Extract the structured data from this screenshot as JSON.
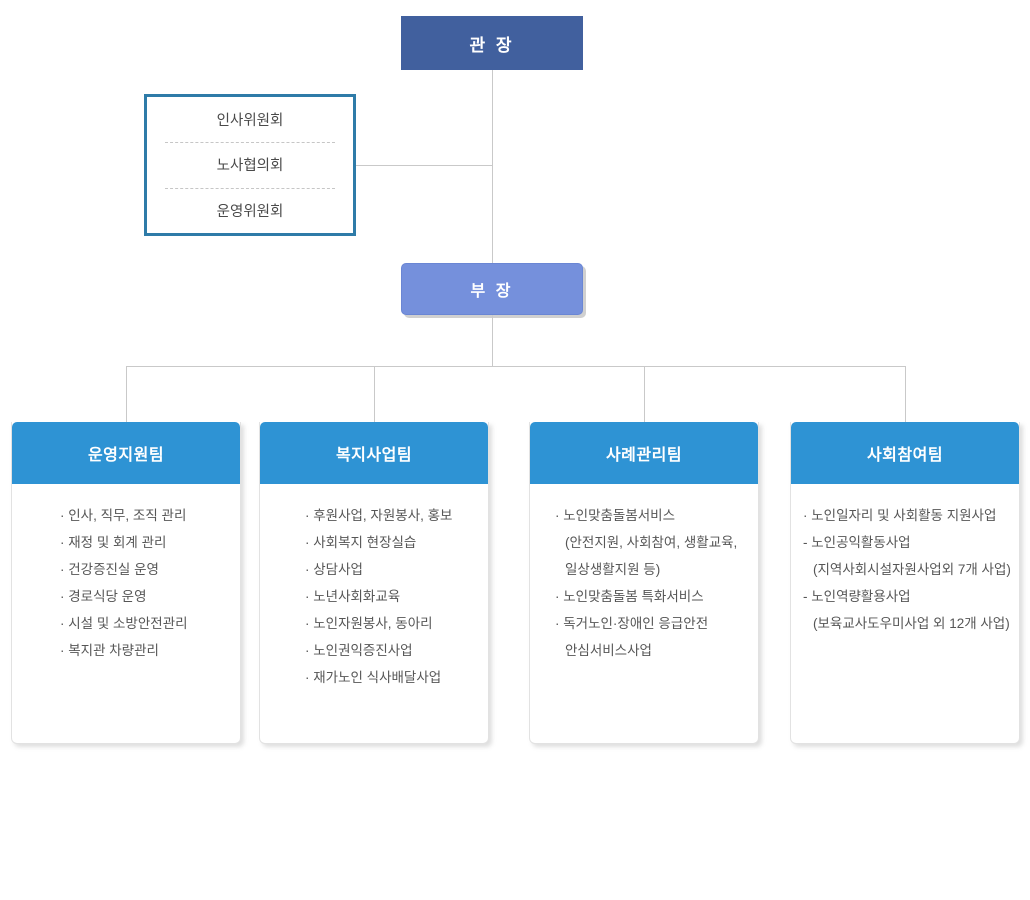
{
  "chart_data": {
    "type": "diagram",
    "title": "조직도",
    "orientation": "top-down",
    "levels": 3
  },
  "director": {
    "label": "관 장",
    "color": "#41609e"
  },
  "committee": {
    "border_color": "#2e7ba8",
    "items": [
      {
        "label": "인사위원회"
      },
      {
        "label": "노사협의회"
      },
      {
        "label": "운영위원회"
      }
    ]
  },
  "manager": {
    "label": "부 장",
    "color": "#7590dc"
  },
  "teams": [
    {
      "title": "운영지원팀",
      "header_color": "#2e93d4",
      "items": [
        {
          "text": "· 인사, 직무, 조직 관리",
          "sub": false
        },
        {
          "text": "· 재정 및 회계 관리",
          "sub": false
        },
        {
          "text": "· 건강증진실 운영",
          "sub": false
        },
        {
          "text": "· 경로식당 운영",
          "sub": false
        },
        {
          "text": "· 시설 및 소방안전관리",
          "sub": false
        },
        {
          "text": "· 복지관 차량관리",
          "sub": false
        }
      ]
    },
    {
      "title": "복지사업팀",
      "header_color": "#2e93d4",
      "items": [
        {
          "text": "· 후원사업, 자원봉사, 홍보",
          "sub": false
        },
        {
          "text": "· 사회복지 현장실습",
          "sub": false
        },
        {
          "text": "· 상담사업",
          "sub": false
        },
        {
          "text": "· 노년사회화교육",
          "sub": false
        },
        {
          "text": "· 노인자원봉사, 동아리",
          "sub": false
        },
        {
          "text": "·  노인권익증진사업",
          "sub": false
        },
        {
          "text": "· 재가노인 식사배달사업",
          "sub": false
        }
      ]
    },
    {
      "title": "사례관리팀",
      "header_color": "#2e93d4",
      "items": [
        {
          "text": "· 노인맞춤돌봄서비스",
          "sub": false
        },
        {
          "text": "(안전지원, 사회참여, 생활교육,",
          "sub": true
        },
        {
          "text": "일상생활지원 등)",
          "sub": true
        },
        {
          "text": "· 노인맞춤돌봄 특화서비스",
          "sub": false
        },
        {
          "text": " · 독거노인·장애인 응급안전",
          "sub": false
        },
        {
          "text": "안심서비스사업",
          "sub": true
        }
      ]
    },
    {
      "title": "사회참여팀",
      "header_color": "#2e93d4",
      "items": [
        {
          "text": "· 노인일자리 및 사회활동 지원사업",
          "sub": false
        },
        {
          "text": "- 노인공익활동사업",
          "sub": false
        },
        {
          "text": "(지역사회시설자원사업외 7개 사업)",
          "sub": true
        },
        {
          "text": "- 노인역량활용사업",
          "sub": false
        },
        {
          "text": "(보육교사도우미사업 외 12개 사업)",
          "sub": true
        }
      ]
    }
  ]
}
